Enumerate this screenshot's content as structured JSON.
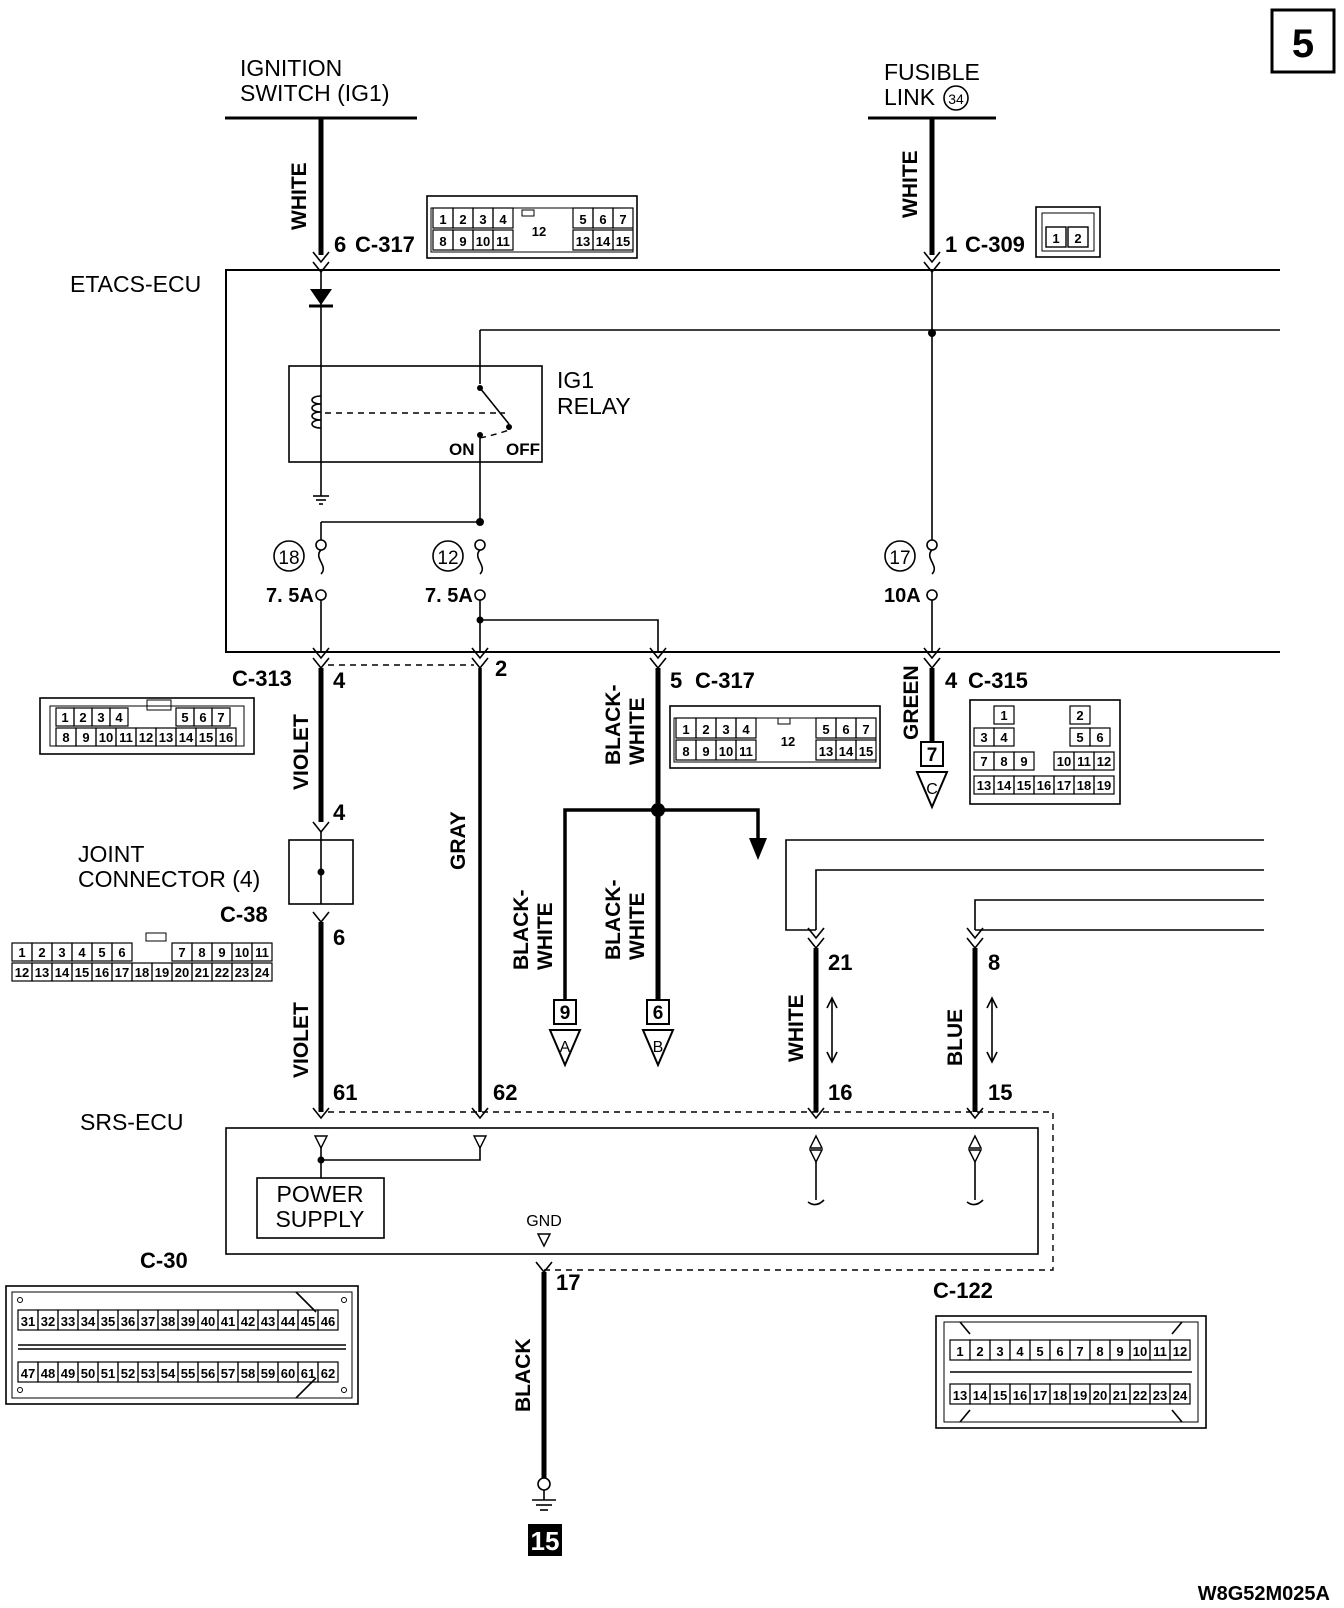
{
  "page_badge": "5",
  "drawing_id": "W8G52M025A",
  "sources": {
    "ignition": {
      "line1": "IGNITION",
      "line2": "SWITCH (IG1)"
    },
    "fusible": {
      "line1": "FUSIBLE",
      "line2": "LINK",
      "link_no": "34"
    }
  },
  "modules": {
    "etacs": "ETACS-ECU",
    "srs": "SRS-ECU",
    "relay_line1": "IG1",
    "relay_line2": "RELAY",
    "relay_on": "ON",
    "relay_off": "OFF",
    "joint_line1": "JOINT",
    "joint_line2": "CONNECTOR (4)",
    "power_line1": "POWER",
    "power_line2": "SUPPLY",
    "gnd": "GND",
    "ground_ref": "15"
  },
  "fuses": [
    {
      "no": "18",
      "rating": "7. 5A"
    },
    {
      "no": "12",
      "rating": "7. 5A"
    },
    {
      "no": "17",
      "rating": "10A"
    }
  ],
  "connectors": {
    "c317_top": {
      "pin": "6",
      "id": "C-317"
    },
    "c309": {
      "pin": "1",
      "id": "C-309"
    },
    "c313": {
      "id": "C-313",
      "pin_a": "4",
      "pin_b": "2"
    },
    "c317_mid": {
      "pin": "5",
      "id": "C-317"
    },
    "c315": {
      "pin": "4",
      "id": "C-315"
    },
    "c38": {
      "id": "C-38",
      "pin_in": "4",
      "pin_out": "6"
    },
    "c30": {
      "id": "C-30",
      "pin_a": "61",
      "pin_b": "62",
      "pin_gnd": "17"
    },
    "c122": {
      "id": "C-122",
      "pin_a": "21",
      "pin_b": "8",
      "pin_c": "16",
      "pin_d": "15"
    }
  },
  "wires": {
    "ign": "WHITE",
    "fusible": "WHITE",
    "violet_top": "VIOLET",
    "violet_bottom": "VIOLET",
    "gray": "GRAY",
    "bw_main": "BLACK-\nWHITE",
    "bw_left": "BLACK-\nWHITE",
    "bw_right": "BLACK-\nWHITE",
    "green": "GREEN",
    "white_can": "WHITE",
    "blue_can": "BLUE",
    "black_gnd": "BLACK"
  },
  "offpage": [
    {
      "num": "9",
      "letter": "A"
    },
    {
      "num": "6",
      "letter": "B"
    },
    {
      "num": "7",
      "letter": "C"
    }
  ],
  "connector_faces": {
    "c317": {
      "row1": [
        "1",
        "2",
        "3",
        "4",
        "12",
        "5",
        "6",
        "7"
      ],
      "row2": [
        "8",
        "9",
        "10",
        "11",
        "13",
        "14",
        "15"
      ]
    },
    "c309": [
      "1",
      "2"
    ],
    "c313": {
      "row1": [
        "1",
        "2",
        "3",
        "4",
        "5",
        "6",
        "7"
      ],
      "row2": [
        "8",
        "9",
        "10",
        "11",
        "12",
        "13",
        "14",
        "15",
        "16"
      ]
    },
    "c315": {
      "rowA": [
        "1",
        "2"
      ],
      "rowB": [
        "3",
        "4",
        "5",
        "6"
      ],
      "rowC": [
        "7",
        "8",
        "9",
        "10",
        "11",
        "12"
      ],
      "rowD": [
        "13",
        "14",
        "15",
        "16",
        "17",
        "18",
        "19"
      ]
    },
    "c38": {
      "row1": [
        "1",
        "2",
        "3",
        "4",
        "5",
        "6",
        "7",
        "8",
        "9",
        "10",
        "11"
      ],
      "row2": [
        "12",
        "13",
        "14",
        "15",
        "16",
        "17",
        "18",
        "19",
        "20",
        "21",
        "22",
        "23",
        "24"
      ]
    },
    "c30": {
      "row1": [
        "31",
        "32",
        "33",
        "34",
        "35",
        "36",
        "37",
        "38",
        "39",
        "40",
        "41",
        "42",
        "43",
        "44",
        "45",
        "46"
      ],
      "row2": [
        "47",
        "48",
        "49",
        "50",
        "51",
        "52",
        "53",
        "54",
        "55",
        "56",
        "57",
        "58",
        "59",
        "60",
        "61",
        "62"
      ]
    },
    "c122": {
      "row1": [
        "1",
        "2",
        "3",
        "4",
        "5",
        "6",
        "7",
        "8",
        "9",
        "10",
        "11",
        "12"
      ],
      "row2": [
        "13",
        "14",
        "15",
        "16",
        "17",
        "18",
        "19",
        "20",
        "21",
        "22",
        "23",
        "24"
      ]
    }
  }
}
